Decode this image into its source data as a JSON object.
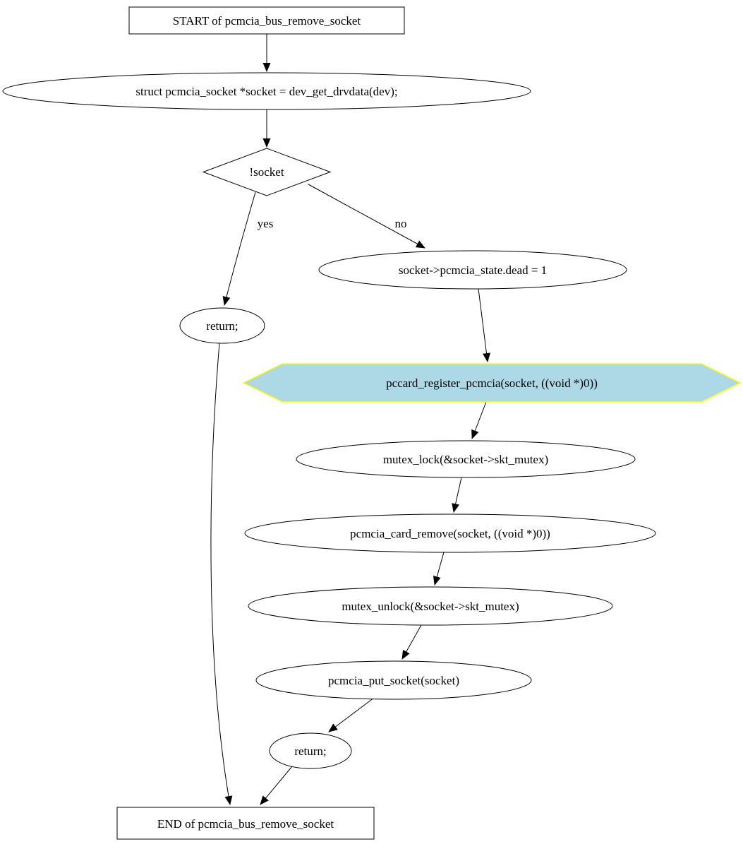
{
  "diagram": {
    "kind": "control-flow-graph",
    "function": "pcmcia_bus_remove_socket",
    "nodes": {
      "start": {
        "shape": "rect",
        "label": "START of pcmcia_bus_remove_socket"
      },
      "get_drvdata": {
        "shape": "ellipse",
        "label": "struct pcmcia_socket *socket = dev_get_drvdata(dev);"
      },
      "cond_socket": {
        "shape": "diamond",
        "label": "!socket"
      },
      "return_yes": {
        "shape": "ellipse",
        "label": "return;"
      },
      "set_dead": {
        "shape": "ellipse",
        "label": "socket->pcmcia_state.dead = 1"
      },
      "register_pcmcia": {
        "shape": "hexagon",
        "label": "pccard_register_pcmcia(socket, ((void *)0))"
      },
      "mutex_lock": {
        "shape": "ellipse",
        "label": "mutex_lock(&socket->skt_mutex)"
      },
      "card_remove": {
        "shape": "ellipse",
        "label": "pcmcia_card_remove(socket, ((void *)0))"
      },
      "mutex_unlock": {
        "shape": "ellipse",
        "label": "mutex_unlock(&socket->skt_mutex)"
      },
      "put_socket": {
        "shape": "ellipse",
        "label": "pcmcia_put_socket(socket)"
      },
      "return_no": {
        "shape": "ellipse",
        "label": "return;"
      },
      "end": {
        "shape": "rect",
        "label": "END of pcmcia_bus_remove_socket"
      }
    },
    "edge_labels": {
      "yes": "yes",
      "no": "no"
    },
    "colors": {
      "highlight_blue": "#ADD8E6",
      "highlight_yellow": "#FFFF00",
      "hexagon_stroke": "#FFFF00",
      "node_fill": "#FFFFFF",
      "node_stroke": "#000000",
      "background": "#FFFFFF"
    }
  }
}
